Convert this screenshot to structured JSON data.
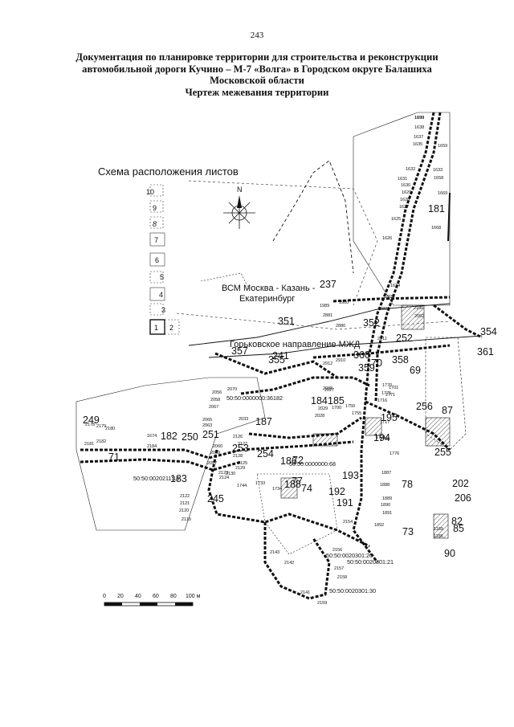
{
  "page_number": "243",
  "title_lines": [
    "Документация по планировке территории для строительства и реконструкции",
    "автомобильной дороги Кучино – М-7 «Волга» в Городском округе Балашиха",
    "Московской области",
    "Чертеж межевания территории"
  ],
  "sheet_scheme": {
    "title": "Схема расположения листов",
    "sheet_numbers": [
      "10",
      "9",
      "8",
      "7",
      "6",
      "5",
      "4",
      "3",
      "1",
      "2"
    ],
    "north_label": "N"
  },
  "annotations": {
    "railway_vsm": "ВСМ Москва - Казань -",
    "railway_vsm_2": "Екатеринбург",
    "railway_gorky": "Горьковское направление МЖД"
  },
  "cadastral_labels": [
    "50:50:0000000:36182",
    "50:50:0000000:68",
    "50:50:0020211:16",
    "50:50:0020301:20",
    "50:50:0020301:21",
    "50:50:0020301:30"
  ],
  "scale_bar": {
    "ticks": [
      "0",
      "20",
      "40",
      "60",
      "80",
      "100 м"
    ]
  },
  "parcel_labels_large": [
    "237",
    "351",
    "352",
    "252",
    "354",
    "361",
    "360",
    "358",
    "359",
    "357",
    "355",
    "241",
    "184",
    "185",
    "187",
    "256",
    "253",
    "254",
    "186",
    "72",
    "188",
    "249",
    "182",
    "250",
    "251",
    "71",
    "183",
    "245",
    "77",
    "74",
    "192",
    "191",
    "193",
    "194",
    "195",
    "255",
    "206",
    "202",
    "82",
    "85",
    "90",
    "73",
    "78",
    "181",
    "70",
    "69",
    "87"
  ],
  "point_labels_small": [
    "1639",
    "1638",
    "1637",
    "1635",
    "1659",
    "1632",
    "1633",
    "1631",
    "1658",
    "1630",
    "1629",
    "1628",
    "1627",
    "1669",
    "1625",
    "1626",
    "1668",
    "1624",
    "1865",
    "1900",
    "1989",
    "2882",
    "2100",
    "2881",
    "2880",
    "2092",
    "2911",
    "2912",
    "2910",
    "2027",
    "2088",
    "2029",
    "2028",
    "2056",
    "2070",
    "2058",
    "2067",
    "2065",
    "2063",
    "2033",
    "2060",
    "2059",
    "2057",
    "2125",
    "2129",
    "2130",
    "2122",
    "2121",
    "2120",
    "2119",
    "1744",
    "1733",
    "1734",
    "2143",
    "2142",
    "2141",
    "2159",
    "2158",
    "2156",
    "2157",
    "2154",
    "1674",
    "2178",
    "2181",
    "2182",
    "2180",
    "2179",
    "2184",
    "2123",
    "2124",
    "1189",
    "1186",
    "2128",
    "2127",
    "2126",
    "1700",
    "1750",
    "1755",
    "1721",
    "1720",
    "1717",
    "1716",
    "1701",
    "1770",
    "1771",
    "1775",
    "1776",
    "1887",
    "1888",
    "1889",
    "1890",
    "1891",
    "1892",
    "1893"
  ]
}
